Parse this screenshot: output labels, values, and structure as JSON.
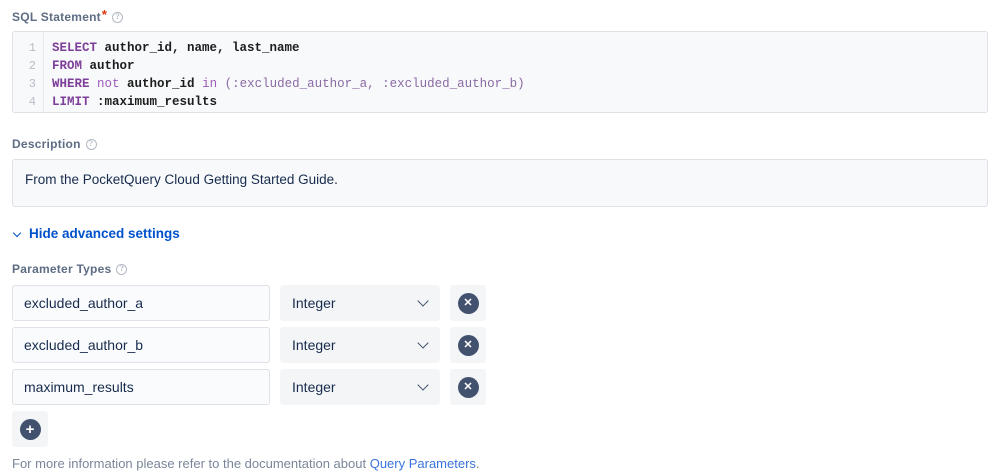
{
  "sql_field": {
    "label": "SQL Statement",
    "required_marker": "*",
    "help_icon": "help-circle-icon",
    "lines": [
      {
        "number": "1",
        "tokens": [
          {
            "text": "SELECT",
            "style": "kw"
          },
          {
            "text": " author_id, name, last_name",
            "style": "plain"
          }
        ]
      },
      {
        "number": "2",
        "tokens": [
          {
            "text": "FROM",
            "style": "kw"
          },
          {
            "text": " author",
            "style": "plain"
          }
        ]
      },
      {
        "number": "3",
        "tokens": [
          {
            "text": "WHERE",
            "style": "kw"
          },
          {
            "text": " ",
            "style": "plain"
          },
          {
            "text": "not",
            "style": "kw-soft"
          },
          {
            "text": " author_id ",
            "style": "plain"
          },
          {
            "text": "in",
            "style": "kw-soft"
          },
          {
            "text": " ",
            "style": "plain"
          },
          {
            "text": "(:excluded_author_a, :excluded_author_b)",
            "style": "punct"
          }
        ]
      },
      {
        "number": "4",
        "tokens": [
          {
            "text": "LIMIT",
            "style": "kw"
          },
          {
            "text": " :maximum_results",
            "style": "plain"
          }
        ]
      }
    ]
  },
  "description_field": {
    "label": "Description",
    "help_icon": "help-circle-icon",
    "value": "From the PocketQuery Cloud Getting Started Guide."
  },
  "advanced_toggle": {
    "label": "Hide advanced settings",
    "icon": "chevron-down-icon",
    "expanded": true
  },
  "parameter_types": {
    "label": "Parameter Types",
    "help_icon": "help-circle-icon",
    "rows": [
      {
        "name": "excluded_author_a",
        "type": "Integer",
        "remove_label": "✕"
      },
      {
        "name": "excluded_author_b",
        "type": "Integer",
        "remove_label": "✕"
      },
      {
        "name": "maximum_results",
        "type": "Integer",
        "remove_label": "✕"
      }
    ],
    "add_button_label": "＋",
    "add_button_icon": "plus-circle-icon"
  },
  "footer": {
    "text_before": "For more information please refer to the documentation about ",
    "link_text": "Query Parameters",
    "text_after": "."
  },
  "colors": {
    "link": "#3b73dd",
    "toggle_link": "#0052cc",
    "required": "#de350b",
    "label": "#5e6c84",
    "keyword": "#7d3f99",
    "keyword_soft": "#a05bbd",
    "button_circle": "#42526e",
    "field_bg": "#f8f9fb",
    "select_bg": "#f4f5f7",
    "border": "#dfe1e6"
  }
}
